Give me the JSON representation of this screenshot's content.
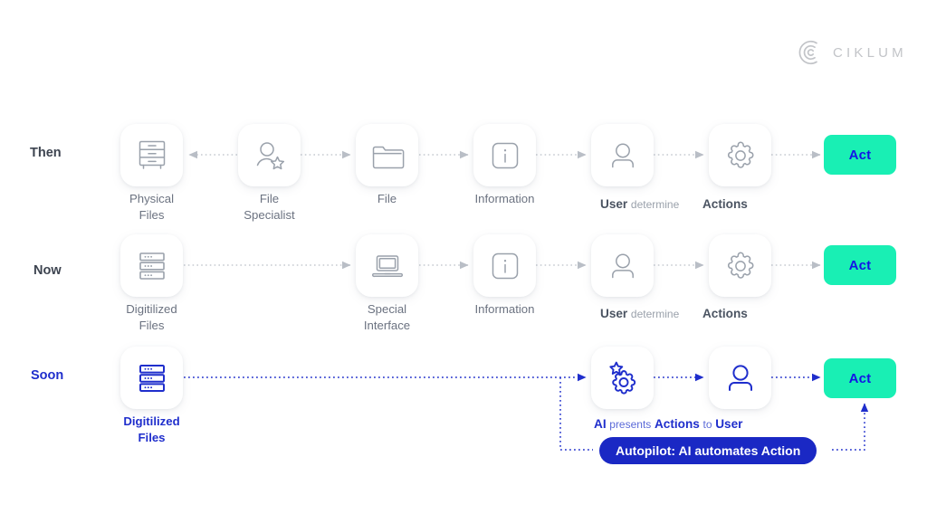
{
  "brand": {
    "name": "CIKLUM",
    "logo_icon": "ciklum-c-mark-icon",
    "logo_color": "#c2c4c8"
  },
  "colors": {
    "accent_green": "#19efb4",
    "accent_blue": "#1f2ecc",
    "pill_blue": "#1a28c4",
    "act_text_blue": "#1414e6",
    "muted_gray": "#6b7280",
    "icon_gray": "#9aa1ab"
  },
  "rows": [
    {
      "label": "Then",
      "label_color": "#3d4450",
      "nodes": [
        {
          "caption": "Physical\nFiles",
          "icon": "filing-cabinet-icon"
        },
        {
          "caption": "File\nSpecialist",
          "icon": "user-star-icon"
        },
        {
          "caption": "File",
          "icon": "folder-icon"
        },
        {
          "caption": "Information",
          "icon": "info-square-icon"
        },
        {
          "caption": "User",
          "icon": "user-icon"
        },
        {
          "caption": "Actions",
          "icon": "gear-icon"
        }
      ],
      "phrase": {
        "strong1": "User",
        "weak1": "determine",
        "strong2": "Actions"
      },
      "act_label": "Act"
    },
    {
      "label": "Now",
      "label_color": "#3d4450",
      "nodes": [
        {
          "caption": "Digitilized\nFiles",
          "icon": "server-stack-icon"
        },
        {
          "caption": "Special\nInterface",
          "icon": "laptop-icon"
        },
        {
          "caption": "Information",
          "icon": "info-square-icon"
        },
        {
          "caption": "User",
          "icon": "user-icon"
        },
        {
          "caption": "Actions",
          "icon": "gear-icon"
        }
      ],
      "phrase": {
        "strong1": "User",
        "weak1": "determine",
        "strong2": "Actions"
      },
      "act_label": "Act"
    },
    {
      "label": "Soon",
      "label_color": "#1f2ecc",
      "nodes": [
        {
          "caption": "Digitilized\nFiles",
          "icon": "server-stack-icon"
        },
        {
          "caption": "",
          "icon": "ai-gear-star-icon"
        },
        {
          "caption": "",
          "icon": "user-icon"
        }
      ],
      "phrase": {
        "strong1": "AI",
        "weak1": "presents",
        "strong2": "Actions",
        "weak2": "to",
        "strong3": "User"
      },
      "autopilot_label": "Autopilot: AI automates Action",
      "act_label": "Act"
    }
  ]
}
